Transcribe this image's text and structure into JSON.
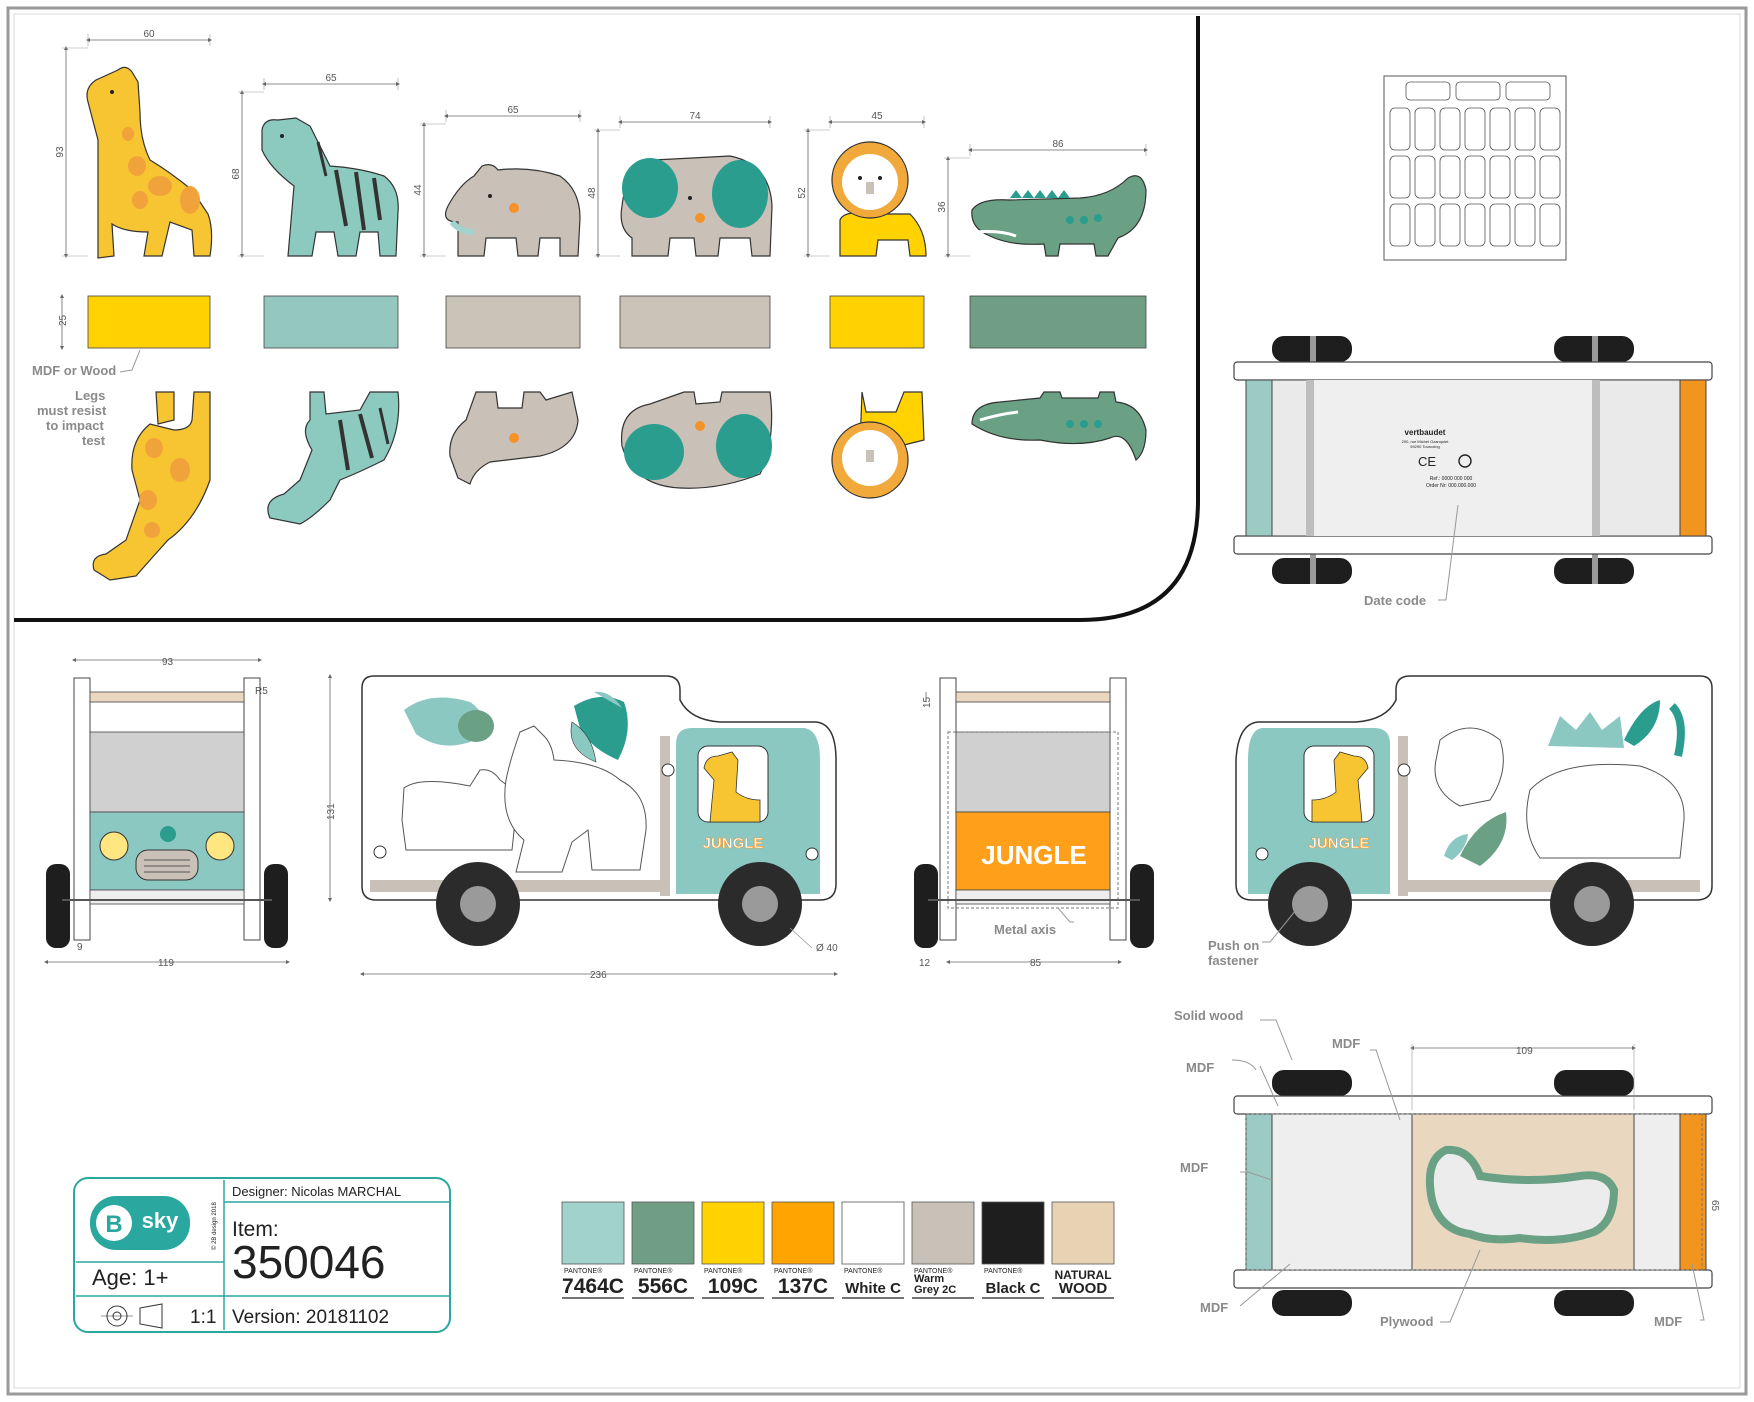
{
  "animals": [
    {
      "key": "giraffe",
      "width": "60",
      "height": "93"
    },
    {
      "key": "zebra",
      "width": "65",
      "height": "68"
    },
    {
      "key": "rhino",
      "width": "65",
      "height": "44"
    },
    {
      "key": "elephant",
      "width": "74",
      "height": "48"
    },
    {
      "key": "lion",
      "width": "45",
      "height": "52"
    },
    {
      "key": "crocodile",
      "width": "86",
      "height": "36"
    }
  ],
  "thickness": "25",
  "notes": {
    "mdf_or_wood": "MDF or Wood",
    "legs_1": "Legs",
    "legs_2": "must resist",
    "legs_3": "to impact",
    "legs_4": "test",
    "date_code": "Date code",
    "metal_axis": "Metal axis",
    "push_1": "Push on",
    "push_2": "fastener",
    "solid_wood": "Solid wood",
    "mdf": "MDF",
    "plywood": "Plywood"
  },
  "brand_plate": {
    "name": "vertbaudet",
    "addr1": "200, rue Michel Ozanquiet",
    "addr2": "59290 Tourcoing",
    "ref": "Ref.: 0000 000 000",
    "order": "Order Nr: 000.000.000",
    "ce": "CE"
  },
  "truck_text": "JUNGLE",
  "dims": {
    "front_w": "93",
    "front_r": "R5",
    "front_base": "119",
    "front_wheel": "9",
    "side_h": "131",
    "side_w": "236",
    "wheel_d": "Ø 40",
    "back_top": "15",
    "back_wheel": "12",
    "back_w": "85",
    "bottom_w": "109",
    "bottom_h": "65"
  },
  "title_block": {
    "logo_letter": "B",
    "logo_word": "sky",
    "copyright": "© 2B design 2018",
    "designer": "Designer: Nicolas MARCHAL",
    "item_label": "Item:",
    "item_number": "350046",
    "age": "Age: 1+",
    "scale": "1:1",
    "version": "Version: 20181102"
  },
  "palette": [
    {
      "color": "#a2d2cc",
      "pantone": "PANTONE®",
      "name": "7464C"
    },
    {
      "color": "#6f9e85",
      "pantone": "PANTONE®",
      "name": "556C"
    },
    {
      "color": "#ffd200",
      "pantone": "PANTONE®",
      "name": "109C"
    },
    {
      "color": "#ffa400",
      "pantone": "PANTONE®",
      "name": "137C"
    },
    {
      "color": "#ffffff",
      "pantone": "PANTONE®",
      "name": "White C"
    },
    {
      "color": "#c9c1b8",
      "pantone": "PANTONE®",
      "name1": "Warm",
      "name2": "Grey 2C"
    },
    {
      "color": "#1e1e1e",
      "pantone": "PANTONE®",
      "name": "Black C"
    },
    {
      "color": "#e8d2b4",
      "name1": "NATURAL",
      "name2": "WOOD"
    }
  ],
  "colors": {
    "giraffe": "#f7c531",
    "giraffe_spots": "#f0a33a",
    "zebra": "#8cc9bf",
    "rhino": "#c9c1b8",
    "lion": "#ffd200",
    "lion_mane": "#f2a93b",
    "croc": "#6aa084",
    "teal": "#2a9d8f",
    "block_yellow": "#ffd200",
    "block_teal": "#94c8bf",
    "block_grey": "#cbc2b8",
    "block_green": "#6f9e85",
    "truck_teal": "#8cc8c2",
    "orange": "#ff9f1a",
    "wood": "#e9d8bf"
  }
}
